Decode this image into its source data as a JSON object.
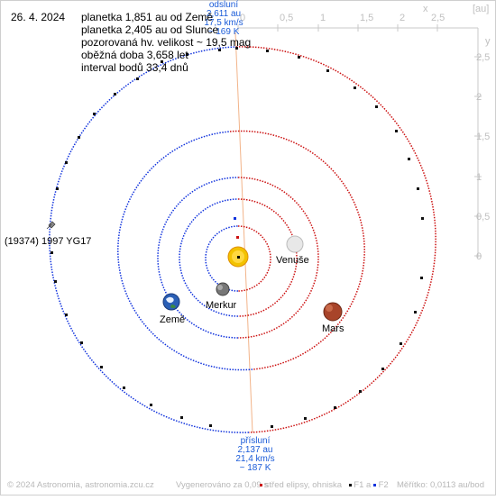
{
  "date": "26. 4. 2024",
  "info": {
    "line1": "planetka 1,851 au od Země",
    "line2": "planetka 2,405 au od Slunce",
    "line3": "pozorovaná hv. velikost ~ 19,5 mag",
    "line4": "oběžná doba 3,658 let",
    "line5": "interval bodů 33,4 dnů"
  },
  "axis": {
    "unit": "[au]",
    "x_label": "x",
    "y_label": "y",
    "x_ticks": [
      "0",
      "0,5",
      "1",
      "1,5",
      "2",
      "2,5"
    ],
    "y_ticks": [
      "2,5",
      "2",
      "1,5",
      "1",
      "0,5",
      "0"
    ]
  },
  "aphelion": {
    "title": "odsluní",
    "dist": "2,611 au",
    "speed": "17,5 km/s",
    "temp": "~ 169 K"
  },
  "perihelion": {
    "title": "přísluní",
    "dist": "2,137 au",
    "speed": "21,4 km/s",
    "temp": "~ 187 K"
  },
  "bodies": {
    "venus": "Venuše",
    "mercury": "Merkur",
    "earth": "Země",
    "mars": "Mars",
    "asteroid": "(19374) 1997 YG17"
  },
  "footer": {
    "copyright": "© 2024 Astronomia, astronomia.zcu.cz",
    "generated": "Vygenerováno za 0,09 s",
    "legend_center": "střed elipsy, ohniska",
    "legend_f1": "F1 a",
    "legend_f2": "F2",
    "scale": "Měřítko: 0,0113 au/bod"
  },
  "colors": {
    "orbit_blue": "#1133dd",
    "orbit_red": "#cc1111",
    "asteroid_orbit": "#2244cc",
    "apsis_line": "#f2b48a",
    "axis": "#c8c8c8",
    "sun": "#f2c200"
  }
}
